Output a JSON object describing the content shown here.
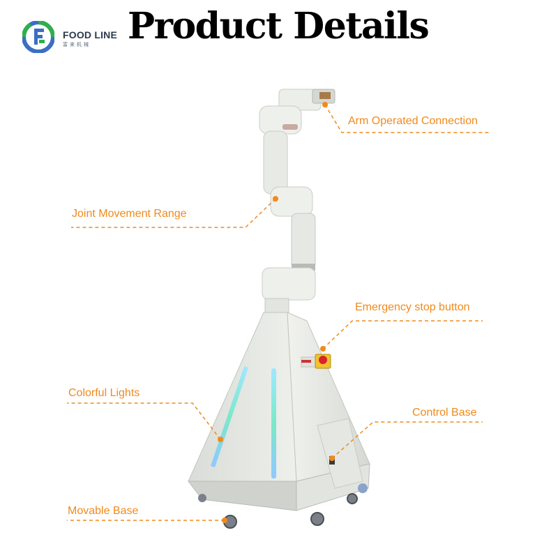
{
  "brand": {
    "name": "FOOD LINE",
    "subtitle": "富来机械"
  },
  "page_title": "Product Details",
  "accent_color": "#f08a1c",
  "logo_colors": [
    "#3a6fc4",
    "#2fae4a"
  ],
  "callouts": {
    "arm_connection": "Arm Operated Connection",
    "joint_range": "Joint Movement Range",
    "emergency_stop": "Emergency stop button",
    "colorful_lights": "Colorful Lights",
    "control_base": "Control Base",
    "movable_base": "Movable Base"
  }
}
